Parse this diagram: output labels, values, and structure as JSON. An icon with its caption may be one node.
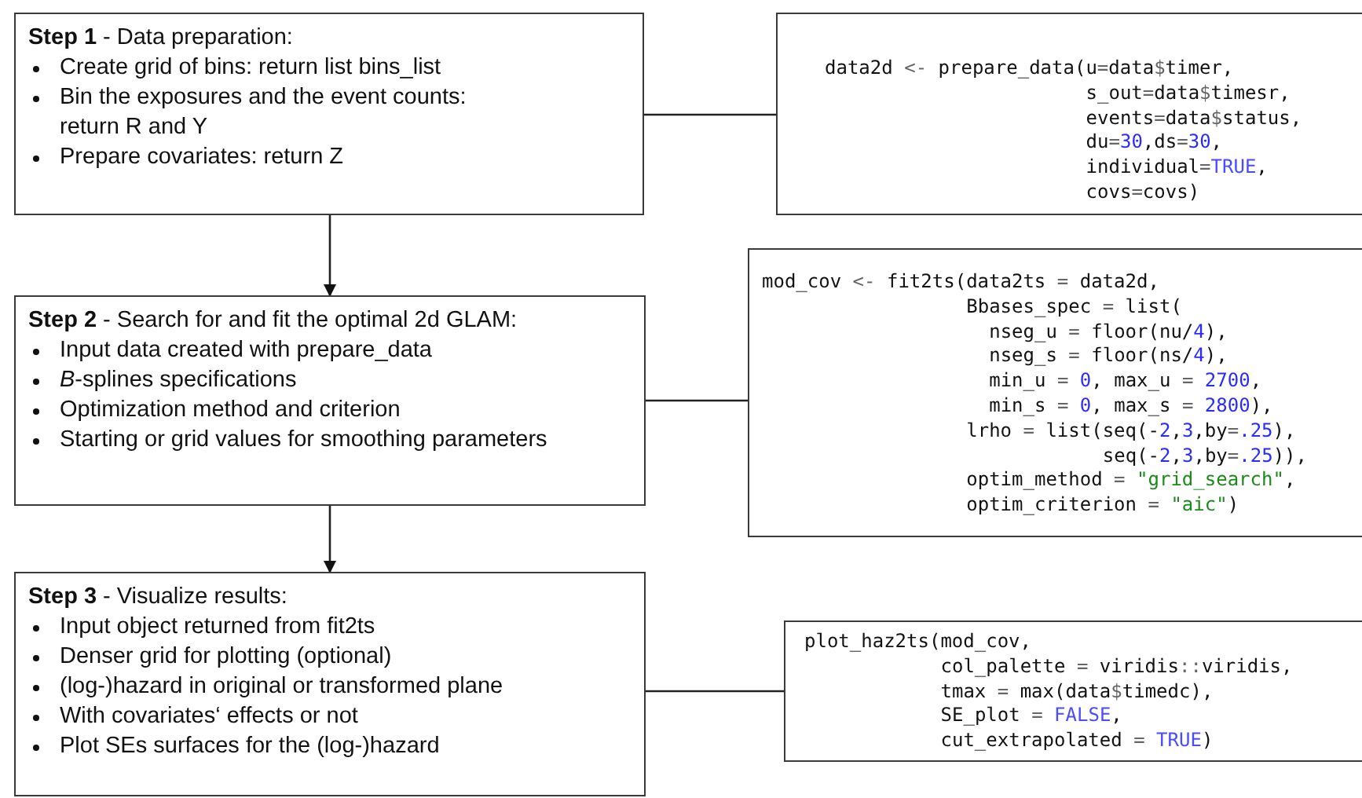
{
  "diagram": {
    "nodes": [
      {
        "text": [
          "**Step 1** - Data preparation:",
          "Create grid of bins: return list bins_list",
          "Bin the exposures and the event counts: return R and Y",
          "Prepare covariates: return Z"
        ]
      },
      {
        "text": [
          "data2d <- prepare_data(u=data$timer,",
          "s_out=data$timesr,",
          "events=data$status,",
          "du=30,ds=30,",
          "individual=TRUE,",
          "covs=covs)"
        ]
      },
      {
        "text": [
          "**Step 2** - Search for and fit the optimal 2d GLAM:",
          "Input data created with prepare_data",
          "*B*-splines specifications",
          "Optimization method and criterion",
          "Starting or grid values for smoothing parameters"
        ]
      },
      {
        "text": [
          "mod_cov <- fit2ts(data2ts = data2d,",
          "Bbases_spec = list(",
          "nseg_u = floor(nu/4),",
          "nseg_s = floor(ns/4),",
          "min_u = 0, max_u = 2700,",
          "min_s = 0, max_s = 2800),",
          "lrho = list(seq(-2,3,by=.25),",
          "seq(-2,3,by=.25)),",
          "optim_method = \"grid_search\",",
          "optim_criterion = \"aic\")"
        ]
      },
      {
        "text": [
          "**Step 3** - Visualize results:",
          "Input object returned from fit2ts",
          "Denser grid for plotting (optional)",
          "(log-)hazard in original or transformed plane",
          "With covariates‘ effects or not",
          "Plot SEs surfaces for the (log-)hazard"
        ]
      },
      {
        "text": [
          "plot_haz2ts(mod_cov,",
          "col_palette = viridis::viridis,",
          "tmax = max(data$timedc),",
          "SE_plot = FALSE,",
          "cut_extrapolated = TRUE)"
        ]
      }
    ],
    "edges": [
      {
        "from": 0,
        "to": 2,
        "arrow": "to"
      },
      {
        "from": 2,
        "to": 4,
        "arrow": "to"
      },
      {
        "from": 0,
        "to": 1,
        "arrow": "none"
      },
      {
        "from": 2,
        "to": 3,
        "arrow": "none"
      },
      {
        "from": 4,
        "to": 5,
        "arrow": "none"
      }
    ]
  }
}
